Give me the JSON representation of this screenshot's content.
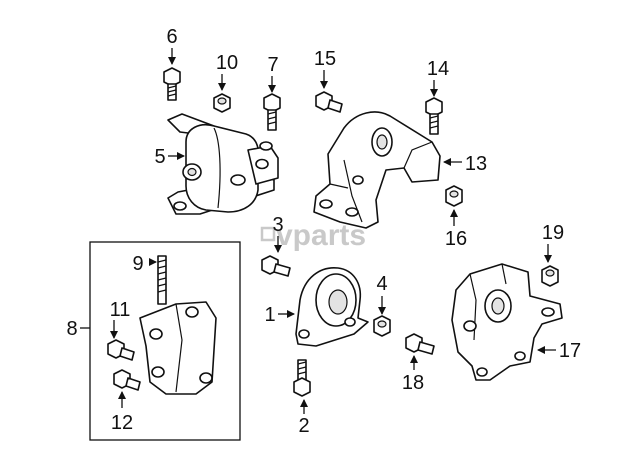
{
  "watermark": "vparts",
  "callouts": {
    "c1": "1",
    "c2": "2",
    "c3": "3",
    "c4": "4",
    "c5": "5",
    "c6": "6",
    "c7": "7",
    "c8": "8",
    "c9": "9",
    "c10": "10",
    "c11": "11",
    "c12": "12",
    "c13": "13",
    "c14": "14",
    "c15": "15",
    "c16": "16",
    "c17": "17",
    "c18": "18",
    "c19": "19"
  }
}
